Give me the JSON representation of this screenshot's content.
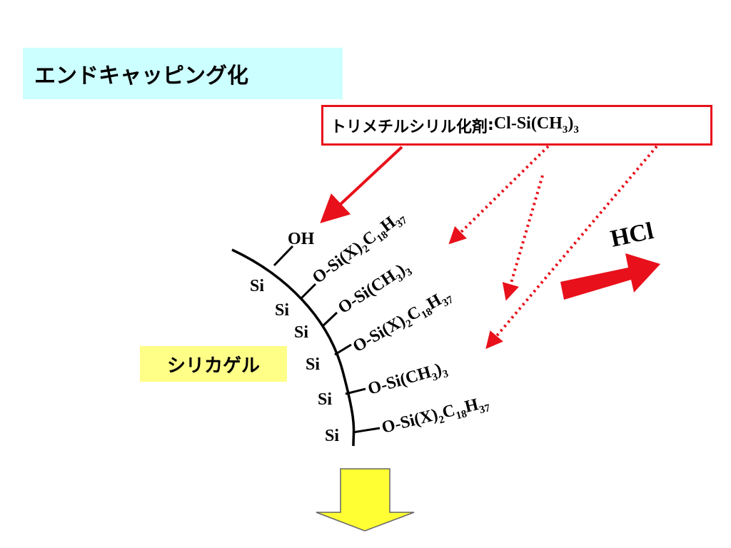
{
  "title": "エンドキャッピング化",
  "reagent": {
    "label": "トリメチルシリル化剤",
    "separator": ":",
    "formula_main": "Cl-Si(CH",
    "formula_sub1": "3",
    "formula_close": ")",
    "formula_sub2": "3"
  },
  "silica_label": "シリカゲル",
  "surface": {
    "hydroxyl": "OH",
    "si_label": "Si",
    "groups": [
      {
        "base": "O-Si(X)",
        "s1": "2",
        "mid": "C",
        "s2": "18",
        "tail": "H",
        "s3": "37"
      },
      {
        "base": "O-Si(CH",
        "s1": "3",
        "mid": ")",
        "s2": "3"
      },
      {
        "base": "O-Si(X)",
        "s1": "2",
        "mid": "C",
        "s2": "18",
        "tail": "H",
        "s3": "37"
      },
      {
        "base": "O-Si(CH",
        "s1": "3",
        "mid": ")",
        "s2": "3"
      },
      {
        "base": "O-Si(X)",
        "s1": "2",
        "mid": "C",
        "s2": "18",
        "tail": "H",
        "s3": "37"
      }
    ]
  },
  "byproduct": "HCl",
  "colors": {
    "title_bg": "#ccffff",
    "reagent_border": "#e8101a",
    "arrow_red": "#e8101a",
    "silica_bg": "#ffff88",
    "down_arrow_fill": "#ffff33"
  }
}
